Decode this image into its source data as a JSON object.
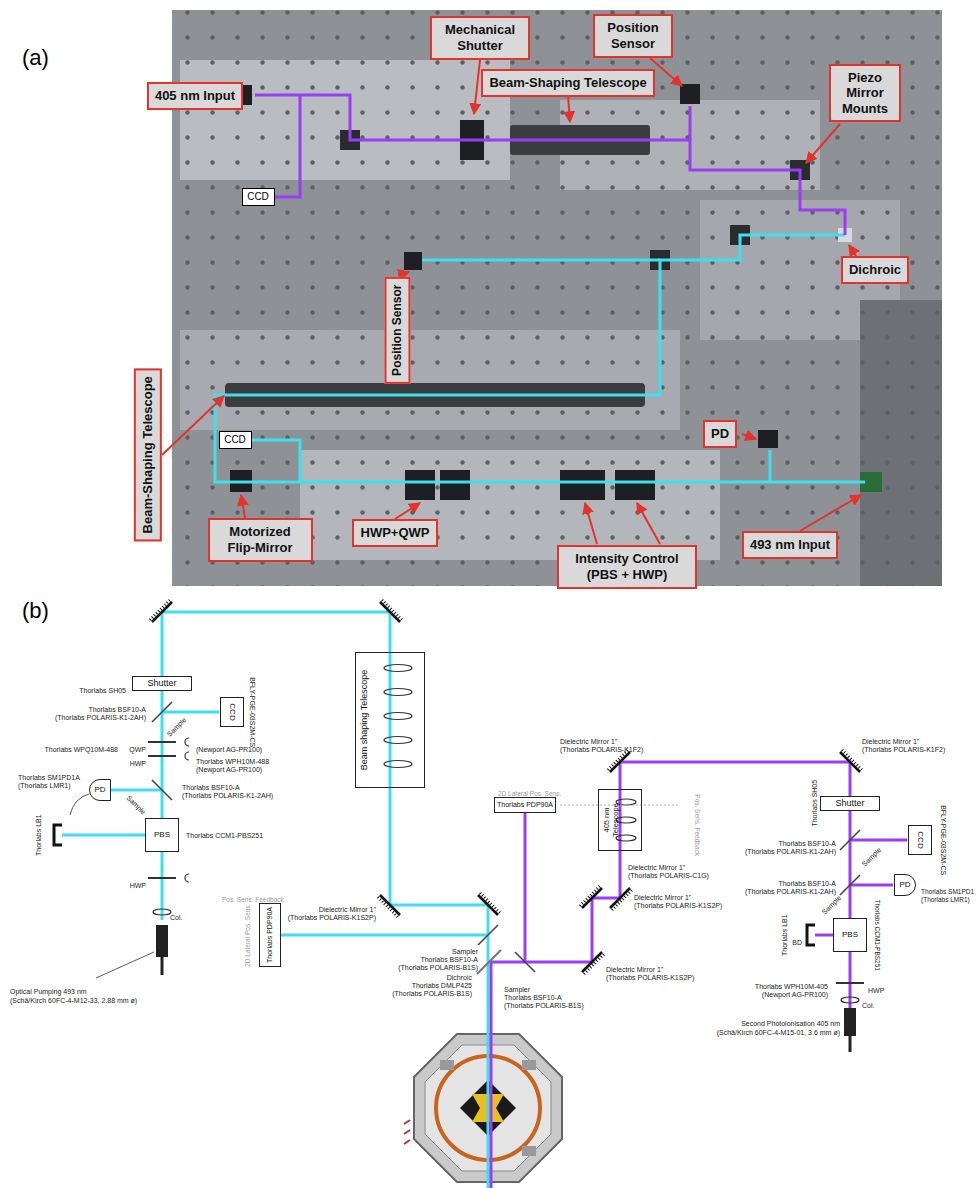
{
  "diagram": {
    "nodes": [
      {
        "text": [
          "Mechanical Shutter"
        ]
      },
      {
        "text": [
          "Position Sensor"
        ]
      },
      {
        "text": [
          "405 nm Input"
        ]
      },
      {
        "text": [
          "Beam-Shaping Telescope"
        ]
      },
      {
        "text": [
          "Piezo Mirror Mounts"
        ]
      },
      {
        "text": [
          "CCD"
        ]
      },
      {
        "text": [
          "Dichroic"
        ]
      },
      {
        "text": [
          "Position Sensor"
        ]
      },
      {
        "text": [
          "Beam-Shaping Telescope"
        ]
      },
      {
        "text": [
          "CCD"
        ]
      },
      {
        "text": [
          "PD"
        ]
      },
      {
        "text": [
          "HWP+QWP"
        ]
      },
      {
        "text": [
          "Intensity Control (PBS + HWP)"
        ]
      },
      {
        "text": [
          "493 nm Input"
        ]
      },
      {
        "text": [
          "Motorized Flip-Mirror"
        ]
      },
      {
        "text": [
          "Shutter"
        ]
      },
      {
        "text": [
          "CCD"
        ]
      },
      {
        "text": [
          "PD"
        ]
      },
      {
        "text": [
          "PBS"
        ]
      },
      {
        "text": [
          "Beam shaping Telescope"
        ]
      },
      {
        "text": [
          "Thorlabs PDP90A"
        ]
      },
      {
        "text": [
          "Thorlabs PDP90A"
        ]
      },
      {
        "text": [
          "405 nm Telescope"
        ]
      },
      {
        "text": [
          "Shutter"
        ]
      },
      {
        "text": [
          "CCD"
        ]
      },
      {
        "text": [
          "PD"
        ]
      },
      {
        "text": [
          "PBS"
        ]
      }
    ],
    "labels": [
      "(a)",
      "(b)",
      "Thorlabs SH05",
      "Thorlabs BSF10-A",
      "(Thorlabs POLARIS-K1-2AH)",
      "Sample",
      "BFLY-PGE-03S2M-CS",
      "Thorlabs WPQ10M-488",
      "QWP",
      "(Newport AG-PR100)",
      "HWP",
      "Thorlabs WPH10M-488",
      "(Newport AG-PR100)",
      "Thorlabs SM1PD1A",
      "(Thorlabs LMR1)",
      "Thorlabs BSF10-A",
      "(Thorlabs POLARIS-K1-2AH)",
      "Sample",
      "Thorlabs LB1",
      "Thorlabs CCM1-PBS251",
      "HWP",
      "Col.",
      "Optical Pumping 493 nm",
      "(Schä/Kirch 60FC-4-M12-33, 2.88 mm ø)",
      "Dielectric Mirror 1\"",
      "(Thorlabs POLARIS-K1S2P)",
      "Pos. Sens. Feedback",
      "2D Lateral Pos. Sens.",
      "Sampler",
      "Thorlabs BSF10-A",
      "(Thorlabs POLARIS-B1S)",
      "Dichroic",
      "Thorlabs DMLP425",
      "(Thorlabs POLARIS-B1S)",
      "Sampler",
      "Thorlabs BSF10-A",
      "(Thorlabs POLARIS-B1S)",
      "2D Lateral Pos. Sens.",
      "Dielectric Mirror 1\"",
      "(Thorlabs POLARIS-K1F2)",
      "Dielectric Mirror 1\"",
      "(Thorlabs POLARIS-C1G)",
      "Dielectric Mirror 1\"",
      "(Thorlabs POLARIS-K1S2P)",
      "Pos. Sens. Feedback",
      "Dielectric Mirror 1\"",
      "(Thorlabs POLARIS-K1S2P)",
      "Dielectric Mirror 1\"",
      "(Thorlabs POLARIS-K1F2)",
      "Thorlabs SH05",
      "Thorlabs BSF10-A",
      "(Thorlabs POLARIS-K1-2AH)",
      "Sample",
      "BFLY-PGE-03S2M-CS",
      "Thorlabs BSF10-A",
      "(Thorlabs POLARIS-K1-2AH)",
      "Sample",
      "Thorlabs SM1PD1",
      "(Thorlabs LMR1)",
      "BD",
      "Thorlabs LB1",
      "Thorlabs CCM1-PBS251",
      "HWP",
      "Thorlabs WPH10M-405",
      "(Newport AG-PR100)",
      "Col.",
      "Second Photoionisation 405 nm",
      "(Schä/Kirch 60FC-4-M15-01, 3.6 mm ø)"
    ]
  }
}
